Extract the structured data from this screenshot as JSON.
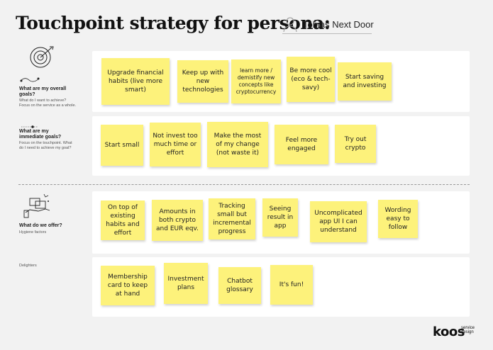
{
  "title": "Touchpoint strategy for persona:",
  "persona": "Tobias Next Door",
  "rows": {
    "overall": {
      "title": "What are my overall goals?",
      "sub": "What do I want to achieve? Focus on the service as a whole."
    },
    "immediate": {
      "title": "What are my immediate goals?",
      "sub": "Focus on the touchpoint. What do I need to achieve my goal?"
    },
    "offer": {
      "title": "What do we offer?",
      "sub": "Hygiene factors"
    },
    "delighters": {
      "sub": "Delighters"
    }
  },
  "notes": {
    "overall": [
      "Upgrade financial habits (live more smart)",
      "Keep up with new technologies",
      "learn more / demistify new concepts like cryptocurrency",
      "Be more cool (eco & tech-savy)",
      "Start saving and investing"
    ],
    "immediate": [
      "Start small",
      "Not invest too much time or effort",
      "Make the most of my change (not waste it)",
      "Feel more engaged",
      "Try out crypto"
    ],
    "hygiene": [
      "On top of existing habits and effort",
      "Amounts in both crypto and EUR eqv.",
      "Tracking small but incremental progress",
      "Seeing result in app",
      "Uncomplicated app UI I can understand",
      "Wording easy to follow"
    ],
    "delighters": [
      "Membership card to keep at hand",
      "Investment plans",
      "Chatbot glossary",
      "It's fun!"
    ]
  },
  "logo": {
    "brand": "koos",
    "sub1": "service",
    "sub2": "design"
  },
  "colors": {
    "note": "#fdf27b",
    "panel": "#ffffff",
    "background": "#f2f2f2"
  }
}
